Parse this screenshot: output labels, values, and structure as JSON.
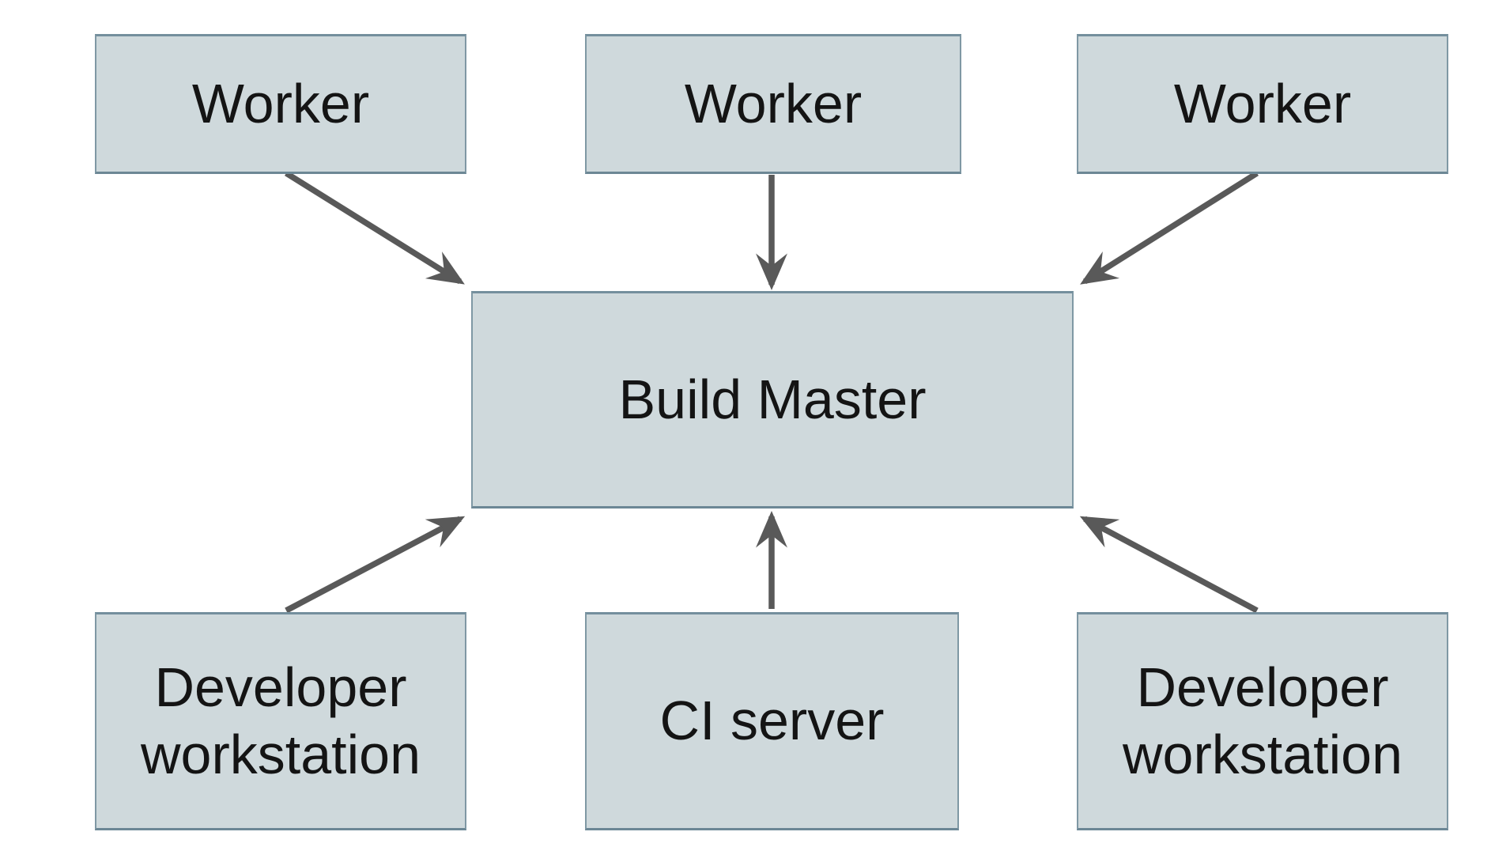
{
  "diagram": {
    "nodes": [
      {
        "id": "worker-1",
        "label": "Worker"
      },
      {
        "id": "worker-2",
        "label": "Worker"
      },
      {
        "id": "worker-3",
        "label": "Worker"
      },
      {
        "id": "build-master",
        "label": "Build Master"
      },
      {
        "id": "developer-workstation-1",
        "label": "Developer workstation"
      },
      {
        "id": "ci-server",
        "label": "CI server"
      },
      {
        "id": "developer-workstation-2",
        "label": "Developer workstation"
      }
    ],
    "edges": [
      {
        "from": "worker-1",
        "to": "build-master"
      },
      {
        "from": "worker-2",
        "to": "build-master"
      },
      {
        "from": "worker-3",
        "to": "build-master"
      },
      {
        "from": "developer-workstation-1",
        "to": "build-master"
      },
      {
        "from": "ci-server",
        "to": "build-master"
      },
      {
        "from": "developer-workstation-2",
        "to": "build-master"
      }
    ],
    "colors": {
      "background": "#ffffff",
      "node_fill": "#cfd9dc",
      "node_border": "#7f98a4",
      "arrow": "#595959",
      "text": "#141414"
    }
  }
}
